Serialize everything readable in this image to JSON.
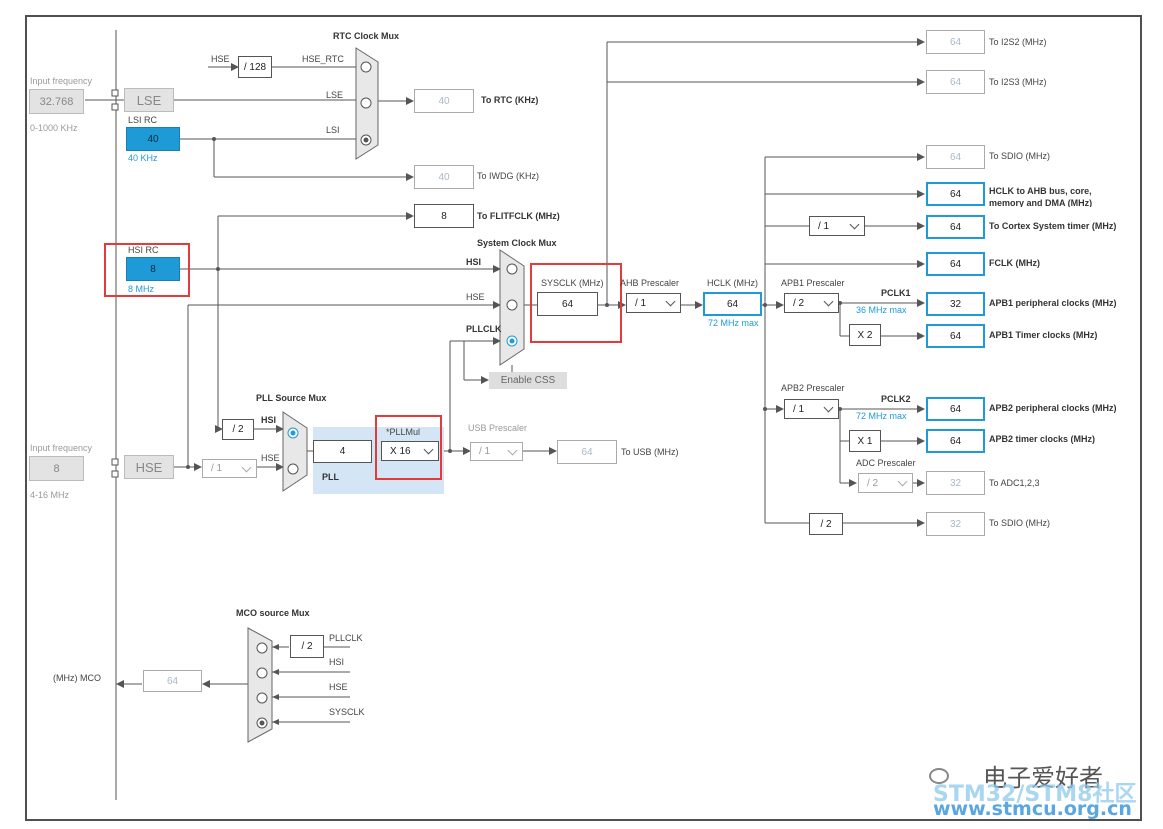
{
  "input_lse": {
    "label": "Input frequency",
    "value": "32.768",
    "range": "0-1000 KHz"
  },
  "input_hse": {
    "label": "Input frequency",
    "value": "8",
    "range": "4-16 MHz"
  },
  "lse": "LSE",
  "hse": "HSE",
  "lsi_rc": {
    "title": "LSI RC",
    "value": "40",
    "unit": "40 KHz"
  },
  "hsi_rc": {
    "title": "HSI RC",
    "value": "8",
    "unit": "8 MHz"
  },
  "rtc_mux": {
    "title": "RTC Clock Mux",
    "hse_label": "HSE",
    "div": "/ 128",
    "hse_rtc": "HSE_RTC",
    "lse": "LSE",
    "lsi": "LSI"
  },
  "to_rtc": {
    "value": "40",
    "label": "To RTC (KHz)"
  },
  "to_iwdg": {
    "value": "40",
    "label": "To IWDG (KHz)"
  },
  "flitf": {
    "value": "8",
    "label": "To FLITFCLK (MHz)"
  },
  "sys_mux": {
    "title": "System Clock Mux",
    "hsi": "HSI",
    "hse": "HSE",
    "pllclk": "PLLCLK",
    "enable_css": "Enable CSS"
  },
  "sysclk": {
    "title": "SYSCLK (MHz)",
    "value": "64"
  },
  "ahb": {
    "title": "AHB Prescaler",
    "value": "/ 1"
  },
  "hclk": {
    "title": "HCLK (MHz)",
    "value": "64",
    "max": "72 MHz max"
  },
  "apb1": {
    "title": "APB1 Prescaler",
    "value": "/ 2",
    "pclk": "PCLK1",
    "max": "36 MHz max",
    "timer_mul": "X 2"
  },
  "apb2": {
    "title": "APB2 Prescaler",
    "value": "/ 1",
    "pclk": "PCLK2",
    "max": "72 MHz max",
    "timer_mul": "X 1"
  },
  "adc": {
    "title": "ADC Prescaler",
    "value": "/ 2"
  },
  "pll_src": {
    "title": "PLL Source Mux",
    "hsi": "HSI",
    "hse": "HSE",
    "hsi_div": "/ 2",
    "hse_div": "/ 1"
  },
  "pll": {
    "label": "PLL",
    "value": "4",
    "mul_title": "*PLLMul",
    "mul_value": "X 16"
  },
  "usb": {
    "title": "USB Prescaler",
    "value": "/ 1",
    "out": "64",
    "label": "To USB (MHz)"
  },
  "cortex_div": "/ 1",
  "sdio2_div": "/ 2",
  "outputs": [
    {
      "value": "64",
      "label": "To I2S2 (MHz)"
    },
    {
      "value": "64",
      "label": "To I2S3 (MHz)"
    },
    {
      "value": "64",
      "label": "To SDIO (MHz)"
    },
    {
      "value": "64",
      "label": "HCLK to AHB bus, core,",
      "label2": "memory and DMA (MHz)"
    },
    {
      "value": "64",
      "label": "To Cortex System timer (MHz)"
    },
    {
      "value": "64",
      "label": "FCLK (MHz)"
    },
    {
      "value": "32",
      "label": "APB1 peripheral clocks (MHz)"
    },
    {
      "value": "64",
      "label": "APB1 Timer clocks (MHz)"
    },
    {
      "value": "64",
      "label": "APB2 peripheral clocks (MHz)"
    },
    {
      "value": "64",
      "label": "APB2 timer clocks (MHz)"
    },
    {
      "value": "32",
      "label": "To ADC1,2,3"
    },
    {
      "value": "32",
      "label": "To SDIO (MHz)"
    }
  ],
  "mco": {
    "title": "MCO source Mux",
    "div": "/ 2",
    "pllclk": "PLLCLK",
    "hsi": "HSI",
    "hse": "HSE",
    "sysclk": "SYSCLK",
    "out_label": "(MHz) MCO",
    "value": "64"
  },
  "watermark": {
    "line1": "电子爱好者",
    "line2": "STM32/STM8社区",
    "line3": "www.stmcu.org.cn"
  }
}
